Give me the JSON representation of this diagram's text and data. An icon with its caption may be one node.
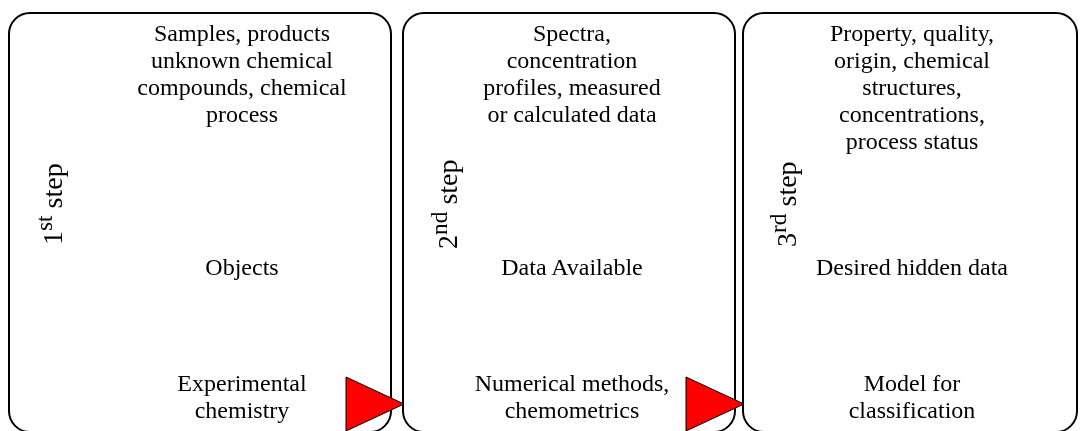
{
  "diagram": {
    "nodes": [
      {
        "text": [
          "1$^{st}$ step",
          "Samples, products unknown chemical compounds, chemical process",
          "Objects",
          "Experimental chemistry"
        ]
      },
      {
        "text": [
          "2$^{nd}$ step",
          "Spectra, concentration profiles, measured or calculated data",
          "Data Available",
          "Numerical methods, chemometrics"
        ]
      },
      {
        "text": [
          "3$^{rd}$ step",
          "Property, quality, origin, chemical structures, concentrations, process status",
          "Desired hidden data",
          "Model for classification"
        ]
      }
    ],
    "edges": [
      {
        "from": 0,
        "to": 1,
        "arrow": "to",
        "color": "#ff0000"
      },
      {
        "from": 1,
        "to": 2,
        "arrow": "to",
        "color": "#ff0000"
      }
    ]
  }
}
